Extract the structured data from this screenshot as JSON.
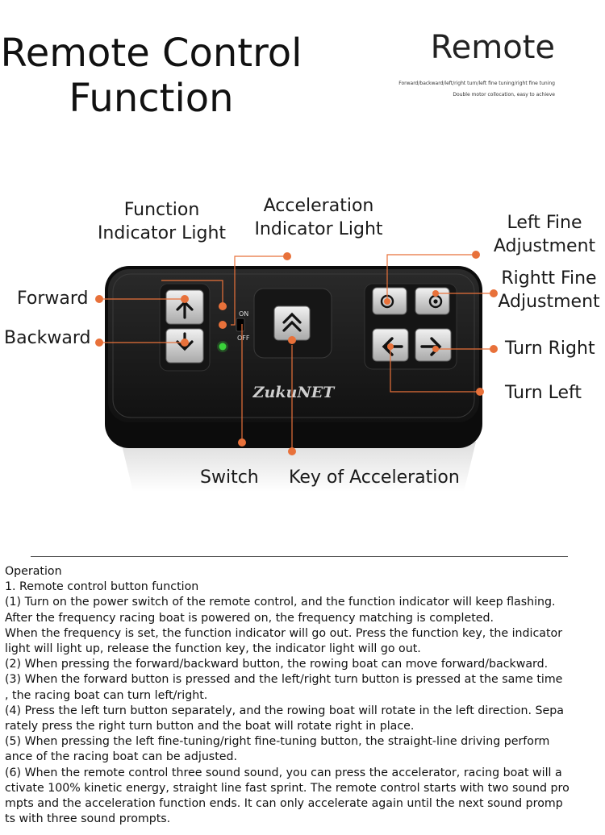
{
  "title": {
    "main_line1": "Remote Control",
    "main_line2": "Function",
    "side": "Remote",
    "subtitle1": "Forward/backward/left/right turn/left fine tuning/right fine tuning",
    "subtitle2": "Double motor collocation, easy to achieve"
  },
  "labels": {
    "function_indicator": [
      "Function",
      "Indicator Light"
    ],
    "acceleration_indicator": [
      "Acceleration",
      "Indicator Light"
    ],
    "left_fine": [
      "Left Fine",
      "Adjustment"
    ],
    "right_fine": [
      "Rightt Fine",
      "Adjustment"
    ],
    "forward": "Forward",
    "backward": "Backward",
    "turn_right": "Turn Right",
    "turn_left": "Turn Left",
    "switch": "Switch",
    "key_acceleration": "Key of Acceleration"
  },
  "device": {
    "brand": "ZukuNET",
    "switch_on": "ON",
    "switch_off": "OFF"
  },
  "colors": {
    "callout": "#e8713a",
    "device_body": "#1c1c1c",
    "led": "#3ad23a"
  },
  "operation": {
    "heading": "Operation",
    "lines": [
      "1. Remote control button function",
      "(1) Turn on the power switch of the remote control, and the function indicator will keep flashing.",
      "After the frequency racing boat is powered on, the frequency matching is completed.",
      "When the frequency is set, the function indicator will go out. Press the function key, the indicator",
      "light will light up, release the function key, the indicator light will go out.",
      "(2) When pressing the forward/backward button, the rowing boat can move forward/backward.",
      "(3) When the forward button is pressed and the left/right turn button is pressed at the same time",
      ", the racing boat can turn left/right.",
      "(4) Press the left turn button separately, and the rowing boat will rotate in the left direction. Sepa",
      "rately press the right turn button and the boat will rotate right in place.",
      "(5) When pressing the left fine-tuning/right fine-tuning button, the straight-line driving perform",
      "ance of the racing boat can be adjusted.",
      "(6) When the remote control three sound sound, you can press the accelerator, racing boat will a",
      "ctivate 100% kinetic energy, straight line fast sprint. The remote control starts with two sound pro",
      "mpts and the acceleration function ends. It can only accelerate again until the next sound promp",
      "ts with three sound prompts."
    ]
  }
}
